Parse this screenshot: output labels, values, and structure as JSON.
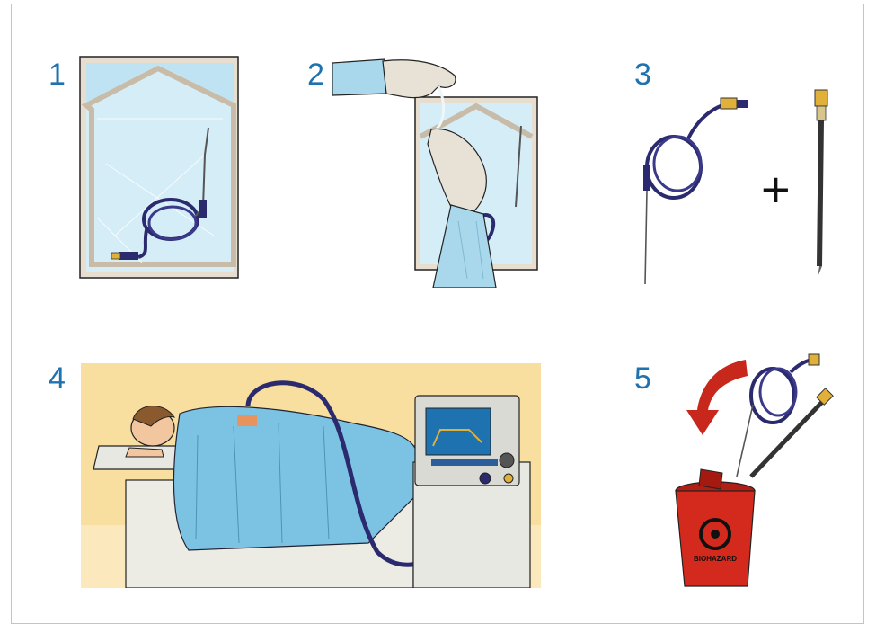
{
  "steps": [
    {
      "number": "1",
      "illustration": "sterile-package-with-probe"
    },
    {
      "number": "2",
      "illustration": "gloved-hands-opening-package"
    },
    {
      "number": "3",
      "illustration": "probe-plus-introducer-needle"
    },
    {
      "number": "4",
      "illustration": "patient-connected-to-generator"
    },
    {
      "number": "5",
      "illustration": "dispose-in-biohazard-container"
    }
  ],
  "plus_sign": "+",
  "biohazard_label": "BIOHAZARD",
  "colors": {
    "step_number": "#1e72b0",
    "package_blue": "#bfe3f2",
    "package_border": "#e8ded0",
    "cable": "#2b2a6e",
    "connector": "#e0b03a",
    "drape": "#7cc3e3",
    "background_warm": "#f8dfa0",
    "bin_red": "#d42a1e",
    "arrow_red": "#c8281c"
  }
}
